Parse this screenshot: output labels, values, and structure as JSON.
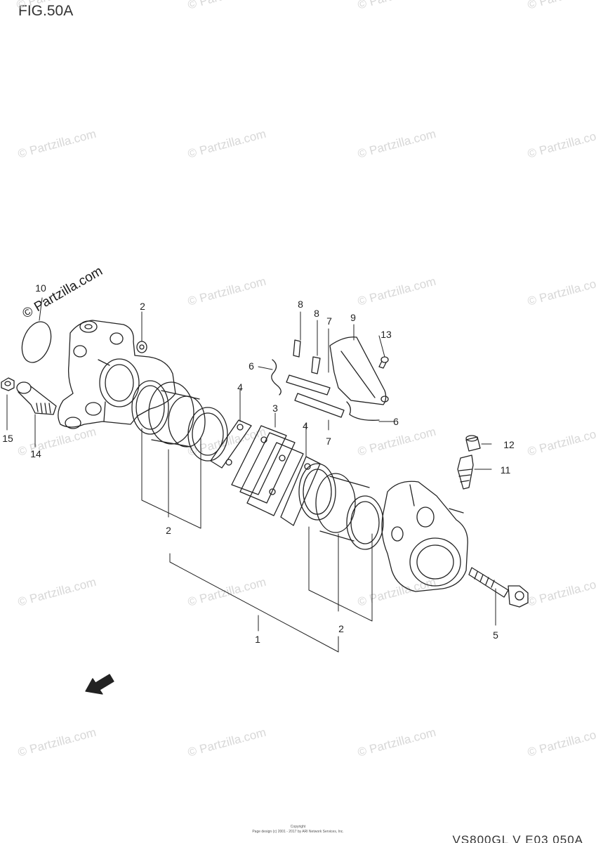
{
  "figure": {
    "title": "FIG.50A"
  },
  "watermark": {
    "text": "© Partzilla.com",
    "featured_text": "© Partzilla.com"
  },
  "callouts": [
    "10",
    "2",
    "8",
    "8",
    "7",
    "9",
    "13",
    "6",
    "3",
    "4",
    "4",
    "6",
    "7",
    "15",
    "14",
    "2",
    "12",
    "11",
    "2",
    "1",
    "2",
    "5"
  ],
  "fwd_label": "FWD",
  "footer": {
    "copyright_title": "Copyright",
    "copyright_body": "Page design (c) 2001 - 2017 by ARI Network Services, Inc.",
    "model_code": "VS800GL V E03 050A"
  }
}
